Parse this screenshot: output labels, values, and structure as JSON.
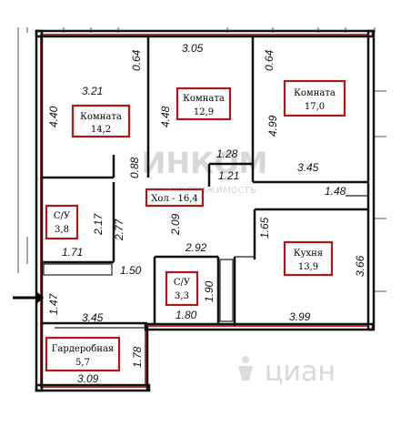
{
  "rooms": [
    {
      "id": "room1",
      "name": "Комната",
      "area": "14,2"
    },
    {
      "id": "room2",
      "name": "Комната",
      "area": "12,9"
    },
    {
      "id": "room3",
      "name": "Комната",
      "area": "17,0"
    },
    {
      "id": "hall",
      "name": "Хол - 16,4"
    },
    {
      "id": "bath1",
      "name": "С/У",
      "area": "3,8"
    },
    {
      "id": "bath2",
      "name": "С/У",
      "area": "3,3"
    },
    {
      "id": "kitchen",
      "name": "Кухня",
      "area": "13,9"
    },
    {
      "id": "wardrobe",
      "name": "Гардеробная",
      "area": "5,7"
    }
  ],
  "dimensions": {
    "d_064a": "0.64",
    "d_305": "3.05",
    "d_064b": "0.64",
    "d_440": "4.40",
    "d_321": "3.21",
    "d_448": "4.48",
    "d_499": "4.99",
    "d_088": "0.88",
    "d_128": "1.28",
    "d_121": "1.21",
    "d_345a": "3.45",
    "d_148": "1.48",
    "d_217": "2.17",
    "d_277": "2.77",
    "d_209": "2.09",
    "d_165": "1.65",
    "d_171": "1.71",
    "d_292": "2.92",
    "d_366": "3.66",
    "d_150": "1.50",
    "d_190": "1.90",
    "d_147": "1.47",
    "d_345b": "3.45",
    "d_180": "1.80",
    "d_399": "3.99",
    "d_178": "1.78",
    "d_309": "3.09"
  },
  "watermarks": {
    "top": "ИНКОМ",
    "top_sub": "недвижимость",
    "bottom": "циан"
  },
  "colors": {
    "wall": "#111111",
    "outline": "#c0392b",
    "label_border": "#b01818",
    "watermark": "#d8d8d8"
  },
  "icons": {
    "entrance": "entrance-arrow-icon",
    "cian": "cian-logo-icon"
  }
}
